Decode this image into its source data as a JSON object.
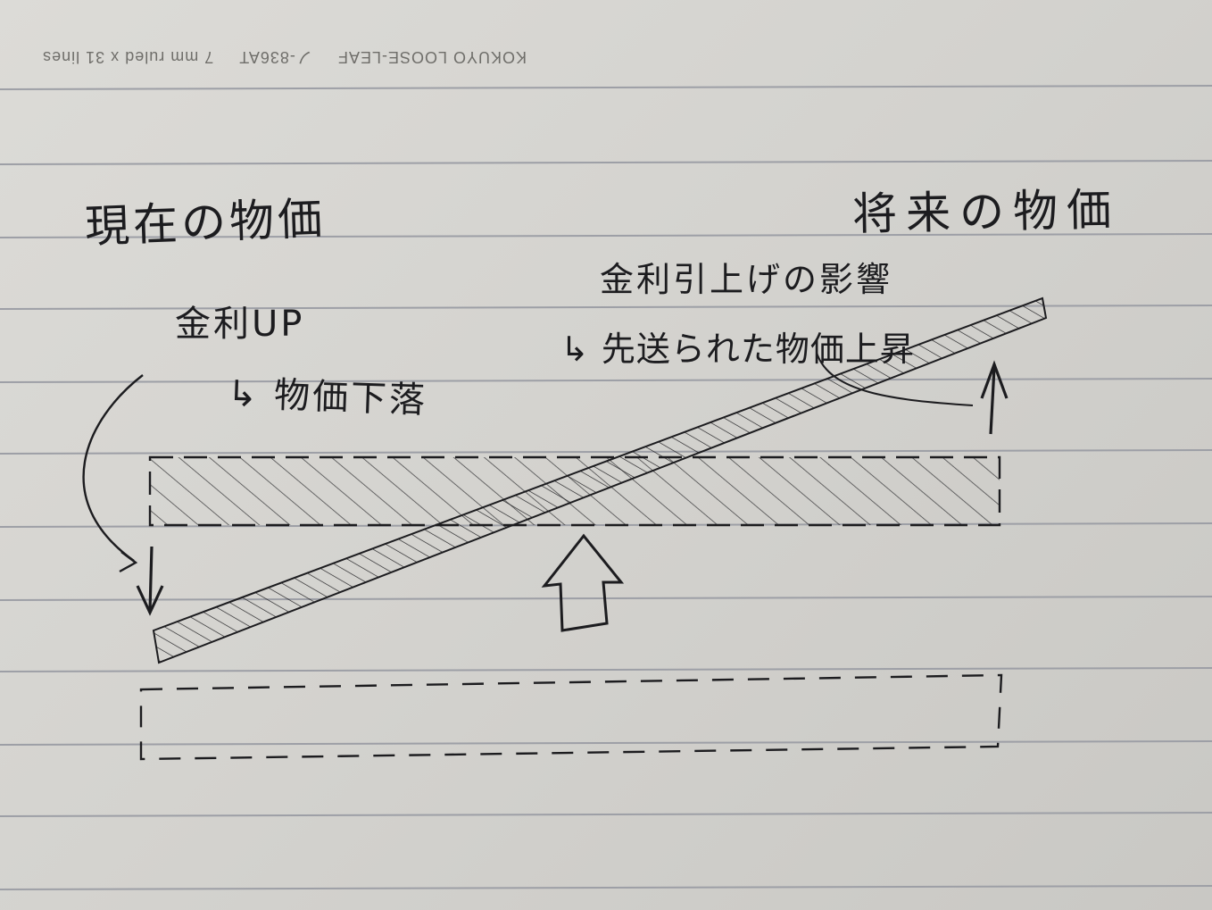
{
  "paper_print": {
    "brand": "KOKUYO LOOSE-LEAF",
    "model": "ノ-836AT",
    "ruling": "7 mm ruled x 31 lines"
  },
  "labels": {
    "current_price": "現在の物価",
    "future_price": "将来の物価",
    "rate_up": "金利UP",
    "price_fall": "↳ 物価下落",
    "rate_hike_effect": "金利引上げの影響",
    "deferred_rise": "↳ 先送られた物価上昇"
  },
  "colors": {
    "ink": "#1c1c1f",
    "ruled_line": "#9d9fa6",
    "paper": "#d6d5d1"
  },
  "icons": {
    "down_arrow": "arrow-down-icon",
    "up_arrow_small": "arrow-up-icon",
    "hollow_up_arrow": "hollow-up-arrow-icon",
    "curved_arrow": "curved-arrow-icon"
  }
}
